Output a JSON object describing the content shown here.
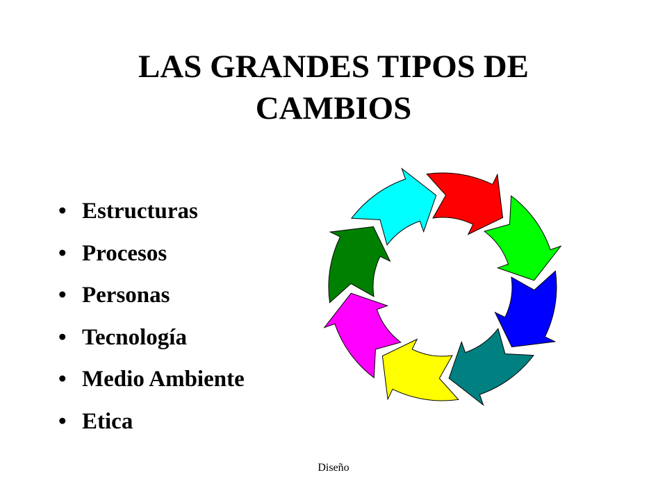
{
  "title": {
    "line1": "LAS GRANDES TIPOS DE",
    "line2": "CAMBIOS"
  },
  "bullet_symbol": "•",
  "items": [
    {
      "label": "Estructuras"
    },
    {
      "label": "Procesos"
    },
    {
      "label": "Personas"
    },
    {
      "label": "Tecnología"
    },
    {
      "label": "Medio Ambiente"
    },
    {
      "label": "Etica"
    }
  ],
  "cycle_arrows": [
    {
      "color": "#FF0000",
      "name": "red"
    },
    {
      "color": "#00FF00",
      "name": "green"
    },
    {
      "color": "#0000FF",
      "name": "blue"
    },
    {
      "color": "#008080",
      "name": "teal"
    },
    {
      "color": "#FFFF00",
      "name": "yellow"
    },
    {
      "color": "#FF00FF",
      "name": "magenta"
    },
    {
      "color": "#008000",
      "name": "dark-green"
    },
    {
      "color": "#00FFFF",
      "name": "cyan"
    }
  ],
  "footer": "Diseño"
}
